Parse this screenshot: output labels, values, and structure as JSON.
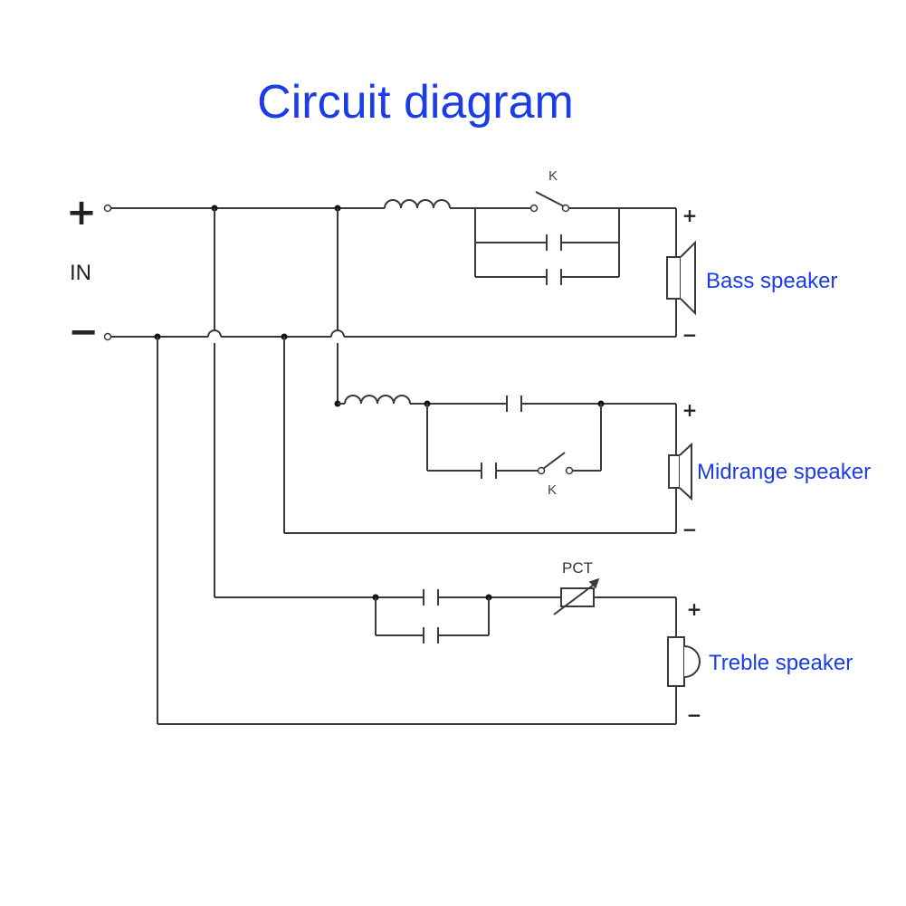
{
  "title": "Circuit diagram",
  "input": {
    "plus": "+",
    "minus": "−",
    "label": "IN"
  },
  "labels": {
    "bass": "Bass speaker",
    "mid": "Midrange speaker",
    "treble": "Treble speaker",
    "switch_bass": "K",
    "switch_mid": "K",
    "pct": "PCT"
  },
  "terminals": {
    "bass_plus": "+",
    "bass_minus": "−",
    "mid_plus": "+",
    "mid_minus": "−",
    "treble_plus": "+",
    "treble_minus": "−"
  },
  "colors": {
    "title": "#1a3de6",
    "label": "#1a3de6",
    "wire": "#3a3a3a",
    "text": "#222222"
  }
}
